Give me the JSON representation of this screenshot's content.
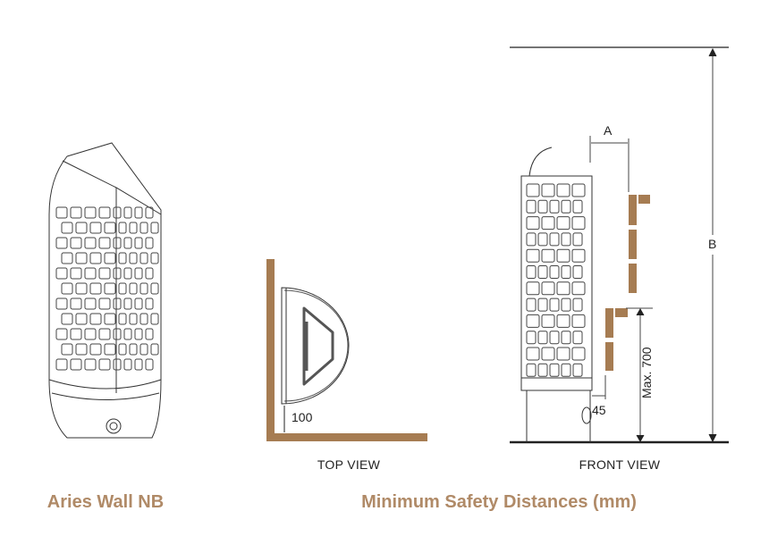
{
  "colors": {
    "wood": "#a67c52",
    "title": "#b08a67",
    "line": "#222222"
  },
  "top_view": {
    "caption": "TOP VIEW",
    "dim_bottom": "100"
  },
  "front_view": {
    "caption": "FRONT VIEW",
    "dim_a": "A",
    "dim_b": "B",
    "dim_side": "45",
    "dim_height": "Max. 700"
  },
  "product_name": "Aries Wall NB",
  "section_title": "Minimum Safety Distances (mm)"
}
